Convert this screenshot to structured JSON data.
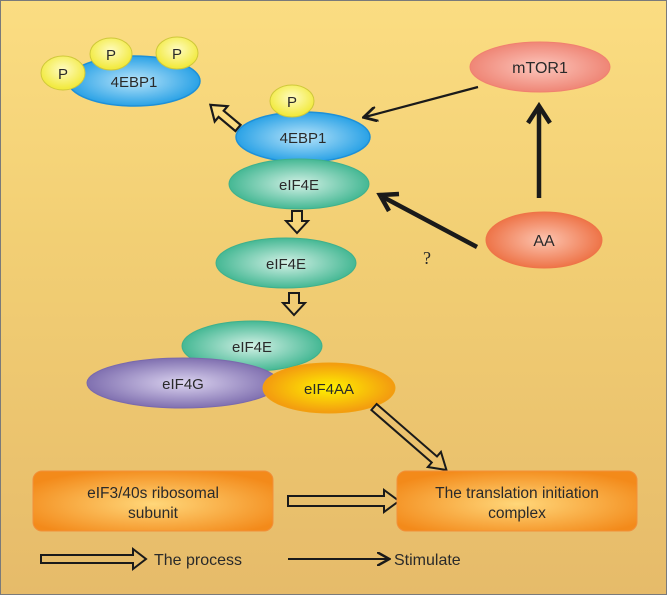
{
  "nodes": {
    "mtor1": "mTOR1",
    "aa": "AA",
    "ebp1_phos": "4EBP1",
    "ebp1_bound": "4EBP1",
    "eif4e_bound": "eIF4E",
    "eif4e_free": "eIF4E",
    "eif4e_complex": "eIF4E",
    "eif4g": "eIF4G",
    "eif4aa": "eIF4AA",
    "eif3_line1": "eIF3/40s ribosomal",
    "eif3_line2": "subunit",
    "tic_line1": "The  translation initiation",
    "tic_line2": "complex"
  },
  "phosphate_label": "P",
  "unknown_mark": "?",
  "legend": {
    "process": "The process",
    "stimulate": "Stimulate"
  },
  "colors": {
    "background": "#f5d478",
    "blue": "#2fa8e8",
    "teal": "#4fbf9f",
    "purple": "#8a78b8",
    "orange": "#f29a1e",
    "salmon": "#f08a7a",
    "aa": "#ef7a50",
    "phosphate": "#f4ee5a"
  }
}
